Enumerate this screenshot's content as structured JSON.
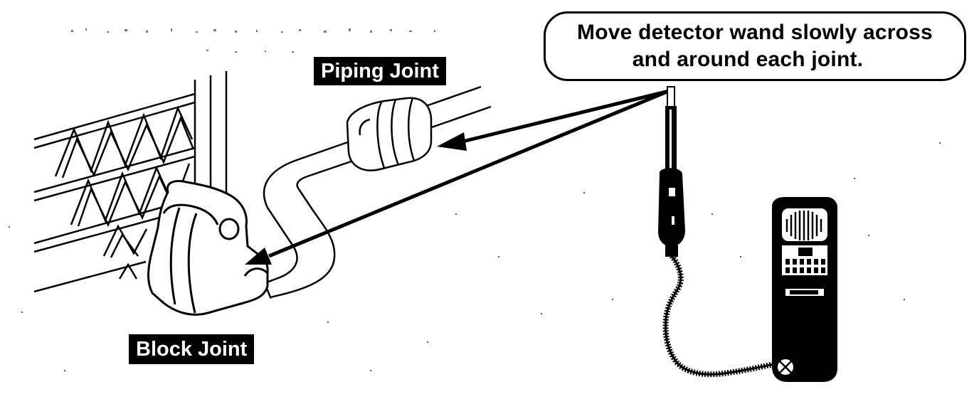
{
  "instruction": {
    "line1": "Move detector wand slowly across",
    "line2": "and around each joint."
  },
  "labels": {
    "piping_joint": "Piping Joint",
    "block_joint": "Block Joint"
  },
  "icons": {
    "coil": "evaporator-coil-icon",
    "block_joint": "block-joint-icon",
    "piping_joint": "piping-joint-nut-icon",
    "detector": "leak-detector-icon"
  },
  "colors": {
    "ink": "#000000",
    "paper": "#ffffff"
  }
}
